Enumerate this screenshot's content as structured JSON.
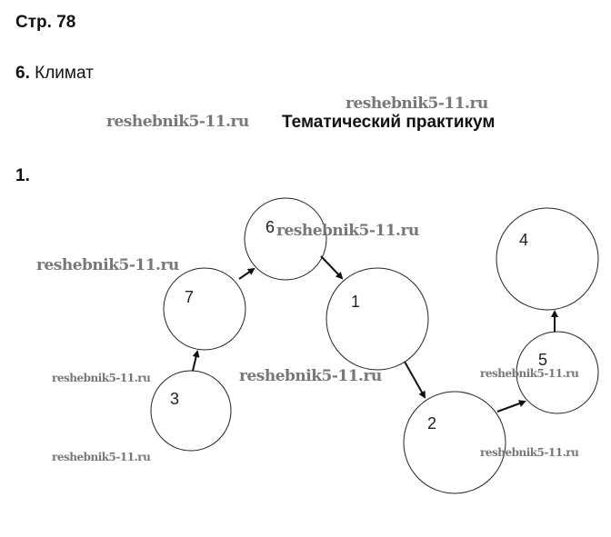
{
  "page_label": "Стр. 78",
  "section_number": "6.",
  "section_title": "Климат",
  "subtitle": "Тематический практикум",
  "task_number": "1.",
  "watermark": "reshebnik5-11.ru",
  "diagram": {
    "nodes": [
      "1",
      "2",
      "3",
      "4",
      "5",
      "6",
      "7"
    ],
    "sequence": [
      "3",
      "7",
      "6",
      "1",
      "2",
      "5",
      "4"
    ]
  }
}
